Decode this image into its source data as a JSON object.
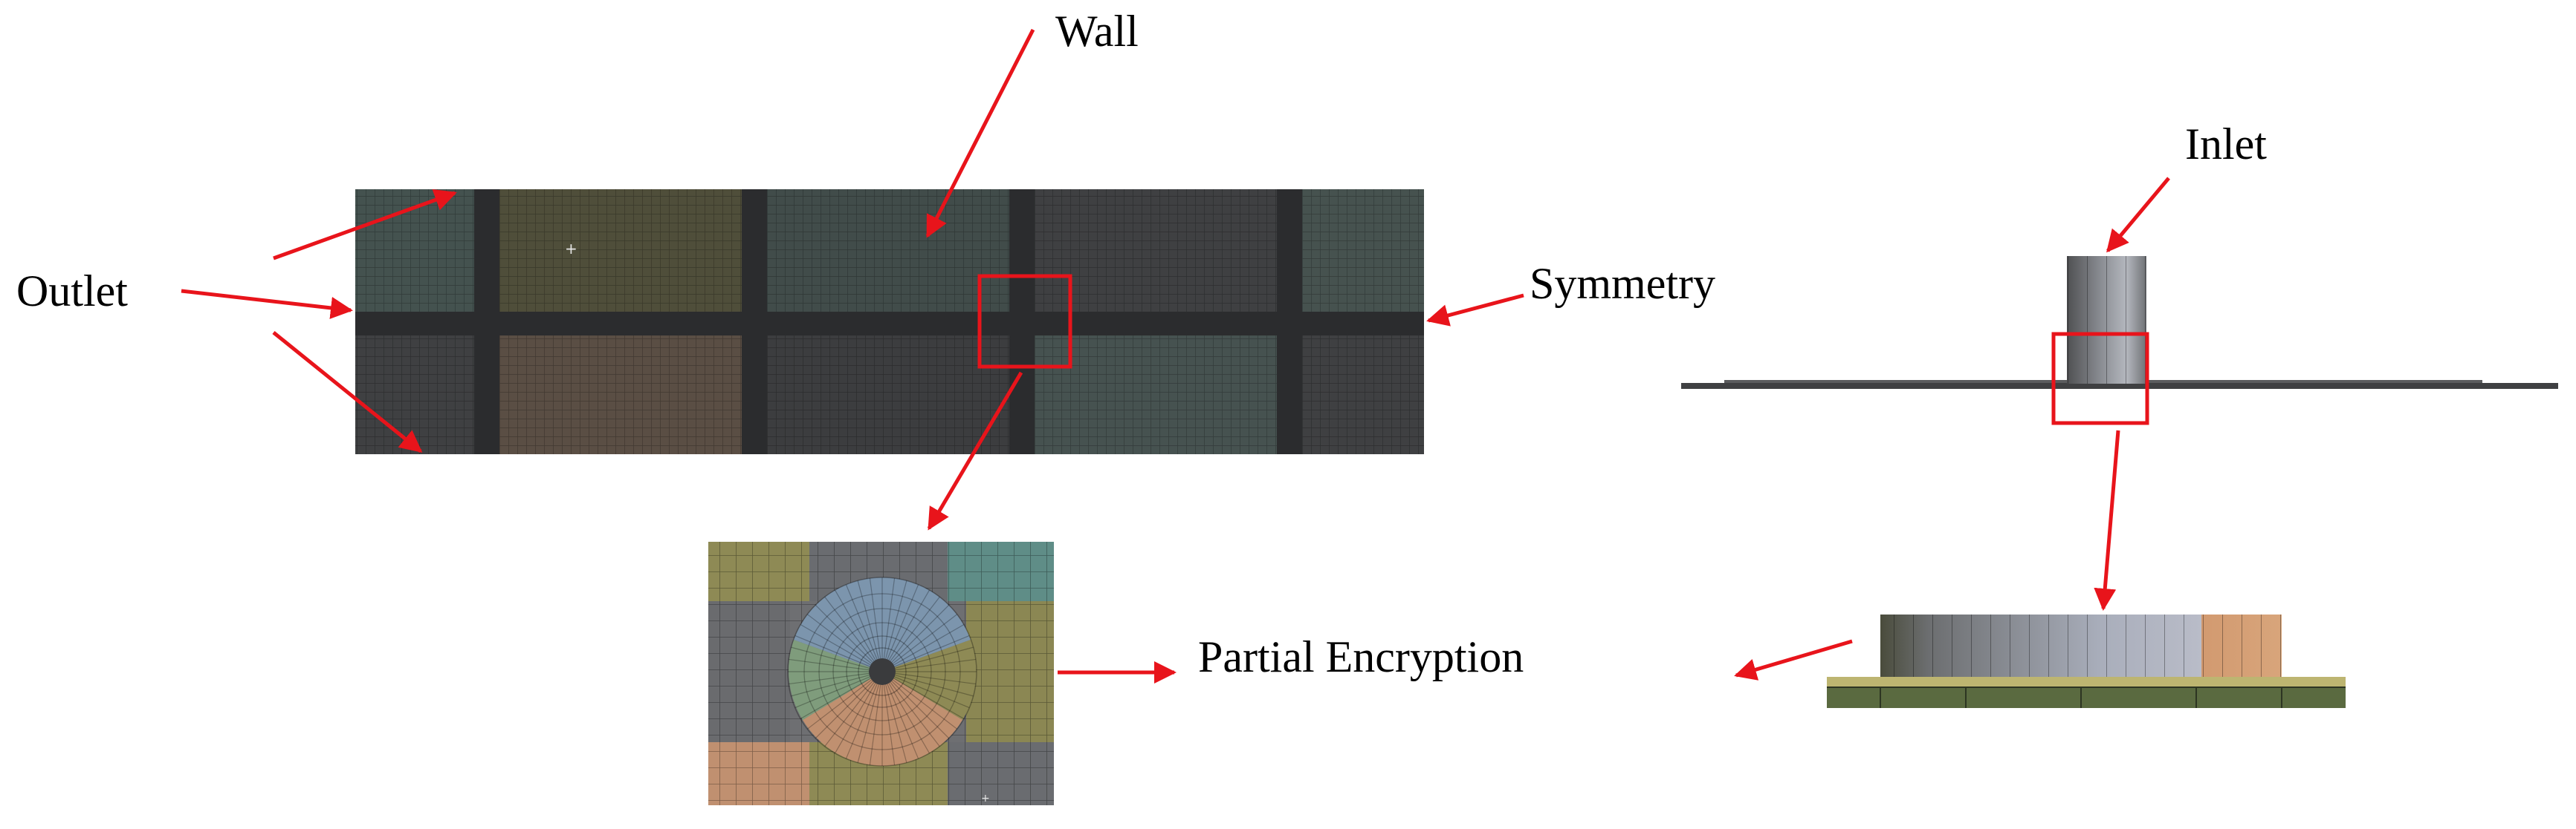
{
  "labels": {
    "wall": "Wall",
    "outlet": "Outlet",
    "symmetry": "Symmetry",
    "inlet": "Inlet",
    "partial_encryption": "Partial Encryption"
  },
  "colors": {
    "arrow": "#e8141b",
    "highlight_box": "#e8141b",
    "mesh_dark": "#3a3b3d",
    "mesh_teal": "#44524f",
    "mesh_olive": "#4f4e3a",
    "mesh_brown": "#5a4e44",
    "mesh_yellow": "#8e8a55",
    "mesh_blue": "#7c95ad",
    "mesh_green": "#7f9c7c",
    "mesh_orange": "#c09070",
    "mesh_gray": "#6e6f72",
    "mesh_aqua": "#5f8d87",
    "cylinder_metal": "#9ea3ac",
    "base_green": "#5a6a40"
  }
}
